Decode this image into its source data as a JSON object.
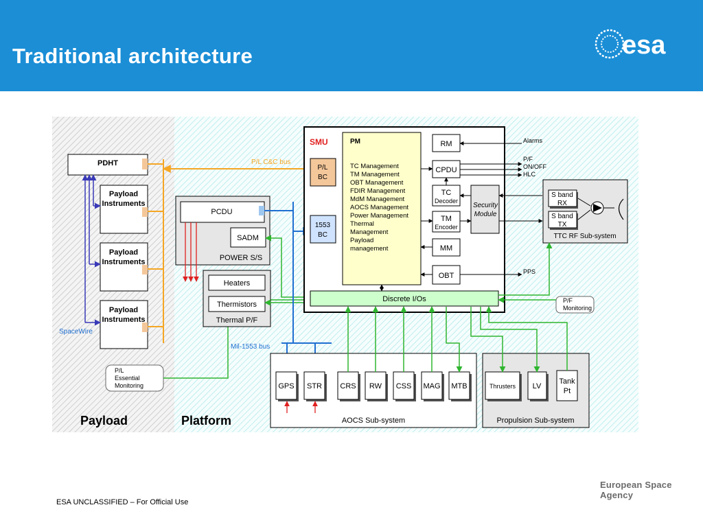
{
  "header": {
    "title": "Traditional architecture",
    "logo_text": "esa"
  },
  "footer": {
    "classification": "ESA UNCLASSIFIED – For Official Use",
    "agency": "European Space Agency"
  },
  "diagram": {
    "zones": {
      "payload": "Payload",
      "platform": "Platform"
    },
    "smu": {
      "title": "SMU",
      "pm_title": "PM",
      "pm_functions": [
        "TC Management",
        "TM Management",
        "OBT Management",
        "FDIR Management",
        "MdM Management",
        "AOCS Management",
        "Power Management",
        "Thermal",
        "Management",
        "Payload",
        "management"
      ],
      "pl_bc": [
        "P/L",
        "BC"
      ],
      "bc1553": [
        "1553",
        "BC"
      ],
      "rm": "RM",
      "cpdu": "CPDU",
      "tc_decoder": [
        "TC",
        "Decoder"
      ],
      "tm_encoder": [
        "TM",
        "Encoder"
      ],
      "mm": "MM",
      "obt": "OBT",
      "discrete_ios": "Discrete I/Os"
    },
    "security_module": [
      "Security",
      "Module"
    ],
    "signals": {
      "alarms": "Alarms",
      "pf_onoff_hlc": [
        "P/F",
        "ON/OFF",
        "HLC"
      ],
      "pps": "PPS"
    },
    "ttc": {
      "sband_rx": [
        "S band",
        "RX"
      ],
      "sband_tx": [
        "S band",
        "TX"
      ],
      "label": "TTC RF Sub-system"
    },
    "pf_monitoring": [
      "P/F",
      "Monitoring"
    ],
    "payload_side": {
      "pdht": "PDHT",
      "instruments": [
        [
          "Payload",
          "Instruments"
        ],
        [
          "Payload",
          "Instruments"
        ],
        [
          "Payload",
          "Instruments"
        ]
      ],
      "spacewire": "SpaceWire",
      "pl_essential": [
        "P/L",
        "Essential",
        "Monitoring"
      ]
    },
    "buses": {
      "pl_cc_bus": "P/L C&C bus",
      "mil1553": "Mil-1553 bus"
    },
    "power": {
      "pcdu": "PCDU",
      "sadm": "SADM",
      "label": "POWER S/S"
    },
    "thermal": {
      "heaters": "Heaters",
      "thermistors": "Thermistors",
      "label": "Thermal P/F"
    },
    "aocs": {
      "units": [
        "GPS",
        "STR",
        "CRS",
        "RW",
        "CSS",
        "MAG",
        "MTB"
      ],
      "label": "AOCS Sub-system"
    },
    "propulsion": {
      "thrusters": "Thrusters",
      "lv": "LV",
      "tank": [
        "Tank",
        "Pt"
      ],
      "label": "Propulsion Sub-system"
    },
    "colors": {
      "header": "#1b8ed6",
      "smu_red": "#e02020",
      "pm_fill": "#ffffcc",
      "bc_fill": "#f4c79a",
      "bc1553_fill": "#cfe3ff",
      "discrete_fill": "#ccffcc",
      "orange_bus": "#f5a623",
      "green_link": "#2fb52f",
      "blue_bus": "#1f6fd1",
      "spacewire_blue": "#3a3ab8",
      "power_red": "#e02020"
    }
  }
}
